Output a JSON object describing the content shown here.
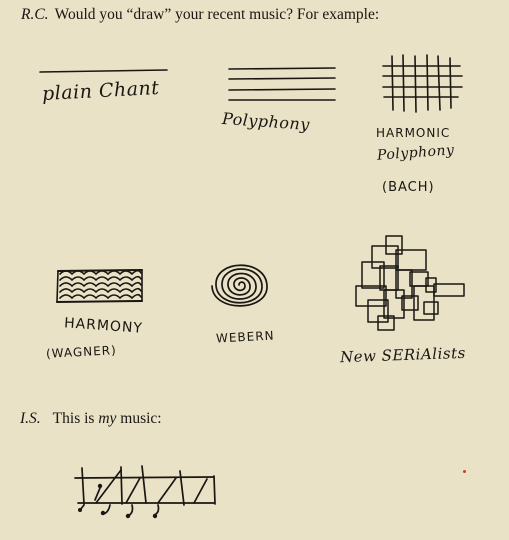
{
  "question": {
    "speaker": "R.C.",
    "text": "Would you “draw” your recent music? For example:"
  },
  "drawings": {
    "plain_chant": "plain Chant",
    "polyphony": "Polyphony",
    "harmonic_polyphony": [
      "HARMONIC",
      "Polyphony",
      "(BACH)"
    ],
    "harmony": [
      "HARMONY",
      "(WAGNER)"
    ],
    "webern": "WEBERN",
    "new_serialists": "New SERiAlists"
  },
  "answer": {
    "speaker": "I.S.",
    "text_before": "This is ",
    "emphasis": "my",
    "text_after": " music:"
  },
  "colors": {
    "paper": "#e9e2c6",
    "ink": "#1a1612",
    "mark": "#c4442e"
  }
}
